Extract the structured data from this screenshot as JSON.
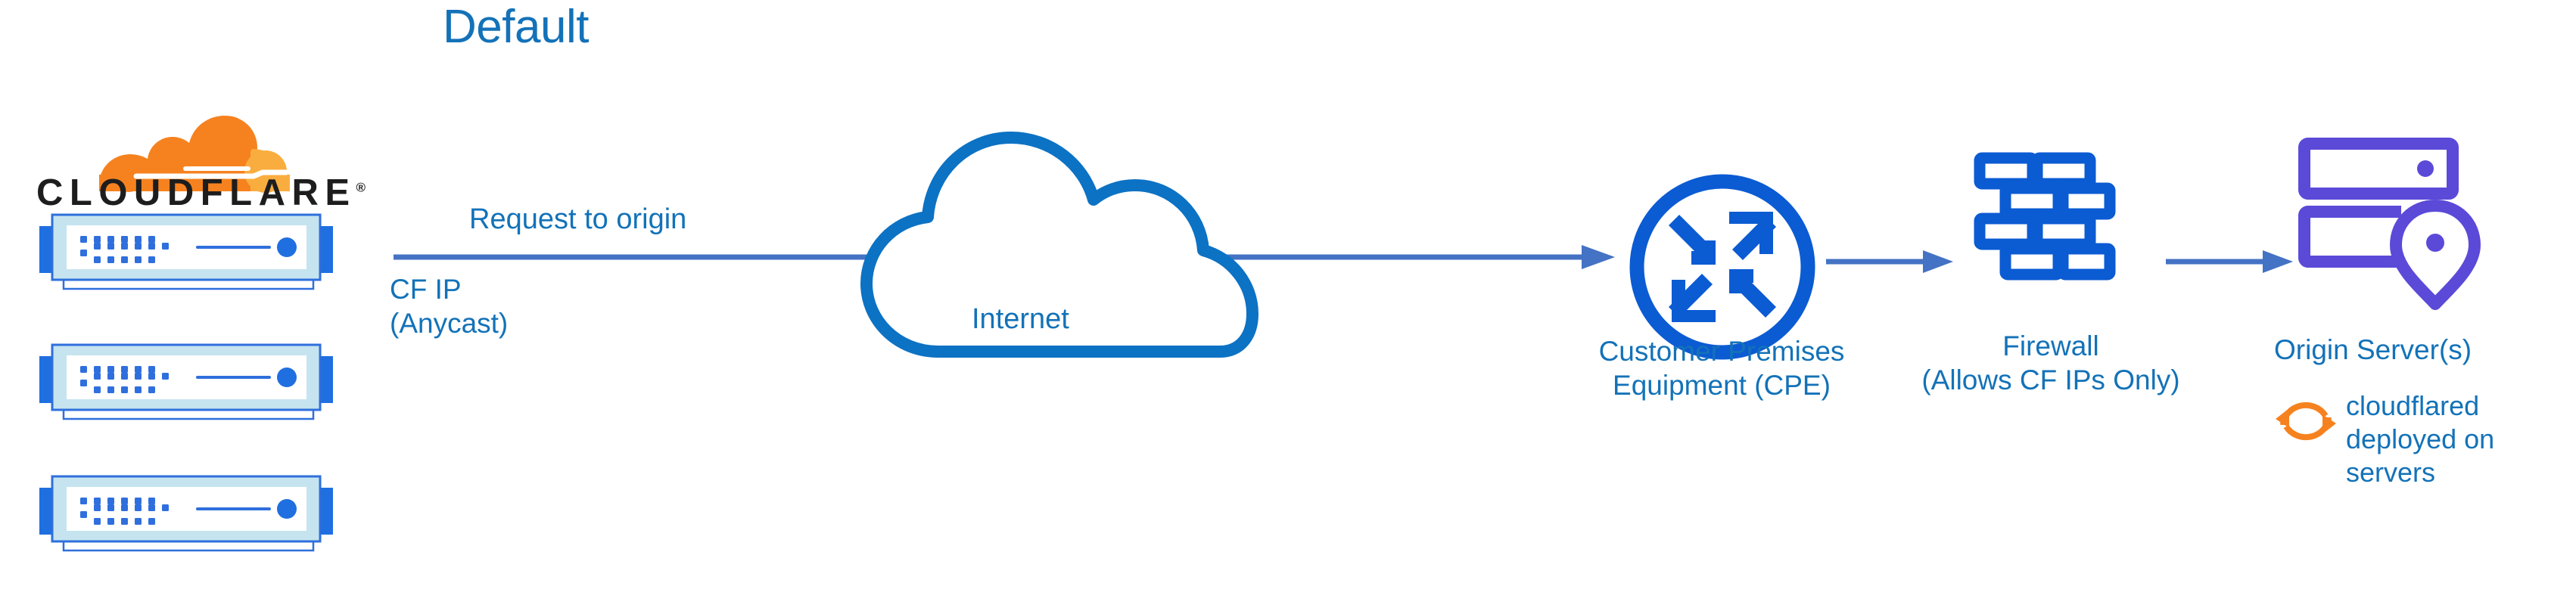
{
  "title": "Default",
  "brand": {
    "wordmark": "CLOUDFLARE",
    "registered_mark": "®",
    "logo_name": "cloudflare-cloud-logo",
    "colors": {
      "orange_dark": "#f6821f",
      "orange_light": "#faad3f",
      "wordmark": "#1d1d1d"
    }
  },
  "colors": {
    "title_blue": "#1372b8",
    "label_blue": "#1372b8",
    "icon_blue": "#0b5bd3",
    "arrow_blue": "#4472c4",
    "origin_purple": "#5b4ad8",
    "cloudflared_orange": "#f6821f",
    "server_frame_blue": "#1f6fe0",
    "server_inner_blue": "#c5e4ef",
    "background": "#ffffff"
  },
  "nodes": {
    "edge": {
      "name": "cloudflare-edge-servers",
      "unit_count": 3,
      "label_line1": "CF IP",
      "label_line2": "(Anycast)"
    },
    "internet": {
      "label": "Internet",
      "icon": "cloud-outline-icon"
    },
    "cpe": {
      "label_line1": "Customer Premises",
      "label_line2": "Equipment (CPE)",
      "icon": "router-four-arrows-icon"
    },
    "firewall": {
      "label_line1": "Firewall",
      "label_line2": "(Allows CF IPs Only)",
      "icon": "brick-wall-icon"
    },
    "origin": {
      "label": "Origin Server(s)",
      "icon": "server-stack-location-pin-icon",
      "note_line1": "cloudflared",
      "note_line2": "deployed on",
      "note_line3": "servers",
      "note_icon": "sync-arrows-icon"
    }
  },
  "connectors": {
    "request_label": "Request to origin",
    "edge_to_cpe": "arrow-right",
    "cpe_to_firewall": "arrow-right",
    "firewall_to_origin": "arrow-right"
  }
}
